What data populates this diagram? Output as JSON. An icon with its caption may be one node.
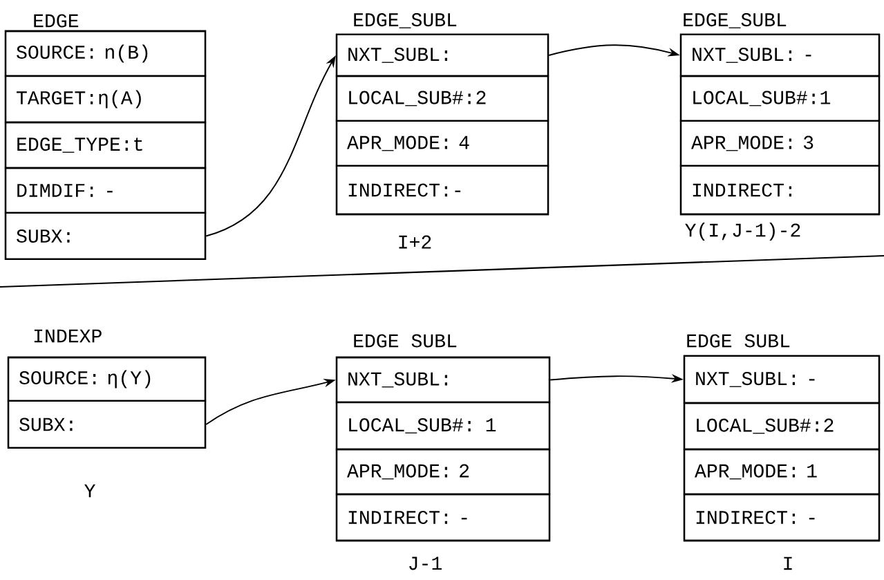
{
  "diagram": {
    "nodes": [
      {
        "text": [
          "EDGE"
        ]
      },
      {
        "text": [
          "SOURCE: n(B)"
        ],
        "in": 0
      },
      {
        "text": [
          "TARGET:η(A)"
        ],
        "in": 0
      },
      {
        "text": [
          "EDGE_TYPE:t"
        ],
        "in": 0
      },
      {
        "text": [
          "DIMDIF: -"
        ],
        "in": 0
      },
      {
        "text": [
          "SUBX:"
        ],
        "in": 0
      },
      {
        "text": [
          "EDGE_SUBL"
        ],
        "beside": [
          "I+2"
        ]
      },
      {
        "text": [
          "NXT_SUBL:"
        ],
        "in": 6
      },
      {
        "text": [
          "LOCAL_SUB#:2"
        ],
        "in": 6
      },
      {
        "text": [
          "APR_MODE: 4"
        ],
        "in": 6
      },
      {
        "text": [
          "INDIRECT:-"
        ],
        "in": 6
      },
      {
        "text": [
          "EDGE_SUBL"
        ],
        "beside": [
          "Y(I,J-1)-2"
        ]
      },
      {
        "text": [
          "NXT_SUBL: -"
        ],
        "in": 11
      },
      {
        "text": [
          "LOCAL_SUB#:1"
        ],
        "in": 11
      },
      {
        "text": [
          "APR_MODE: 3"
        ],
        "in": 11
      },
      {
        "text": [
          "INDIRECT:"
        ],
        "in": 11
      },
      {
        "text": [
          "INDEXP"
        ],
        "beside": [
          "Y"
        ]
      },
      {
        "text": [
          "SOURCE: η(Y)"
        ],
        "in": 16
      },
      {
        "text": [
          "SUBX:"
        ],
        "in": 16
      },
      {
        "text": [
          "EDGE SUBL"
        ],
        "beside": [
          "J-1"
        ]
      },
      {
        "text": [
          "NXT_SUBL:"
        ],
        "in": 19
      },
      {
        "text": [
          "LOCAL_SUB#: 1"
        ],
        "in": 19
      },
      {
        "text": [
          "APR_MODE: 2"
        ],
        "in": 19
      },
      {
        "text": [
          "INDIRECT: -"
        ],
        "in": 19
      },
      {
        "text": [
          "EDGE SUBL"
        ],
        "beside": [
          "I"
        ]
      },
      {
        "text": [
          "NXT_SUBL: -"
        ],
        "in": 24
      },
      {
        "text": [
          "LOCAL_SUB#:2"
        ],
        "in": 24
      },
      {
        "text": [
          "APR_MODE: 1"
        ],
        "in": 24
      },
      {
        "text": [
          "INDIRECT: -"
        ],
        "in": 24
      }
    ],
    "edges": [
      {
        "from": 5,
        "to": 7,
        "arrow": "to"
      },
      {
        "from": 7,
        "to": 12,
        "arrow": "to"
      },
      {
        "from": 18,
        "to": 20,
        "arrow": "to"
      },
      {
        "from": 20,
        "to": 25,
        "arrow": "to"
      }
    ]
  }
}
